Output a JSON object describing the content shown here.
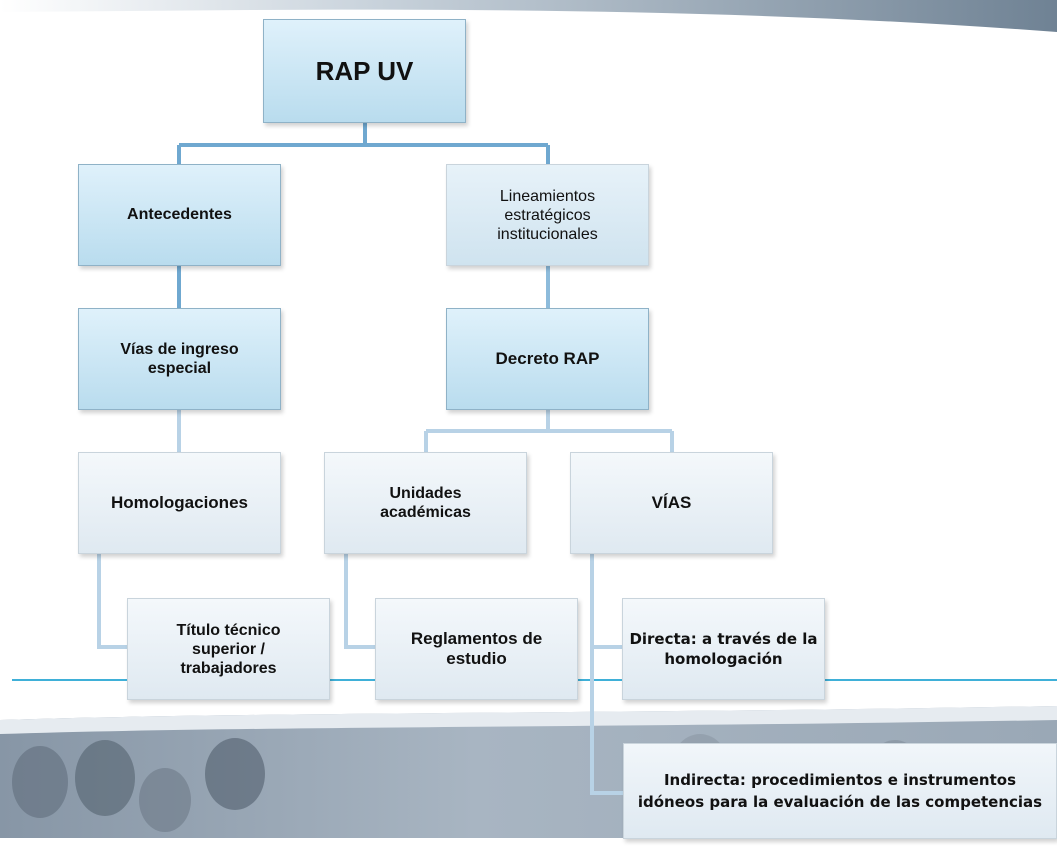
{
  "diagram": {
    "root": {
      "label": "RAP UV"
    },
    "antecedentes": {
      "label": "Antecedentes"
    },
    "lineamientos": {
      "line1": "Lineamientos",
      "line2": "estratégicos",
      "line3": "institucionales"
    },
    "vias_ingreso": {
      "line1": "Vías de ingreso",
      "line2": "especial"
    },
    "decreto": {
      "label": "Decreto RAP"
    },
    "homologaciones": {
      "label": "Homologaciones"
    },
    "unidades": {
      "line1": "Unidades",
      "line2": "académicas"
    },
    "vias": {
      "label": "VÍAS"
    },
    "titulo": {
      "line1": "Título técnico",
      "line2": "superior /",
      "line3": "trabajadores"
    },
    "reglamentos": {
      "line1": "Reglamentos de",
      "line2": "estudio"
    },
    "directa": {
      "line1": "Directa: a través de la",
      "line2": "homologación"
    },
    "indirecta": {
      "line1": "Indirecta: procedimientos e instrumentos",
      "line2": "idóneos para la evaluación de las competencias"
    }
  },
  "colors": {
    "connector_strong": "#6fa8d0",
    "connector_pale": "#b8d2e6",
    "node_fill_top": "#dff1fb",
    "node_fill_bottom": "#b9dcee",
    "rule_line": "#3fb0d8"
  }
}
